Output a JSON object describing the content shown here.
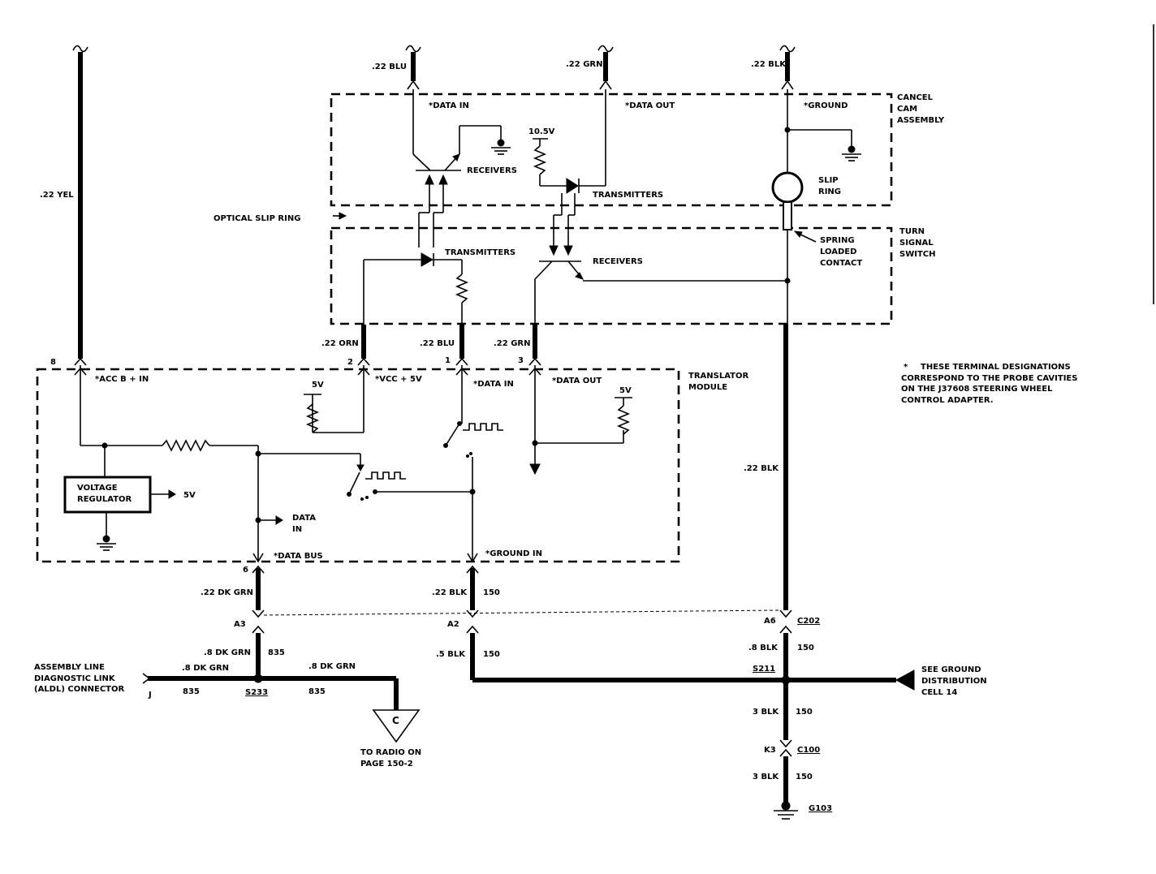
{
  "wires_top": {
    "yel": ".22 YEL",
    "blu": ".22 BLU",
    "grn": ".22 GRN",
    "blk": ".22 BLK"
  },
  "cancel_cam": {
    "title_lines": [
      "CANCEL",
      "CAM",
      "ASSEMBLY"
    ],
    "data_in": "*DATA IN",
    "data_out": "*DATA OUT",
    "ground": "*GROUND",
    "receivers": "RECEIVERS",
    "transmitters": "TRANSMITTERS",
    "voltage": "10.5V",
    "slip_ring": [
      "SLIP",
      "RING"
    ]
  },
  "optical_slip_ring": "OPTICAL SLIP RING",
  "turn_signal": {
    "title_lines": [
      "TURN",
      "SIGNAL",
      "SWITCH"
    ],
    "transmitters": "TRANSMITTERS",
    "receivers": "RECEIVERS",
    "contact": [
      "SPRING",
      "LOADED",
      "CONTACT"
    ]
  },
  "mid_wires": {
    "orn": ".22 ORN",
    "blu": ".22 BLU",
    "grn": ".22 GRN",
    "pin8": "8",
    "pin2": "2",
    "pin1": "1",
    "pin3": "3"
  },
  "note": {
    "star": "*",
    "lines": [
      "THESE TERMINAL DESIGNATIONS",
      "CORRESPOND TO THE PROBE CAVITIES",
      "ON THE J37608 STEERING WHEEL",
      "CONTROL ADAPTER."
    ]
  },
  "translator": {
    "title_lines": [
      "TRANSLATOR",
      "MODULE"
    ],
    "acc": "*ACC B + IN",
    "vcc": "*VCC + 5V",
    "data_in": "*DATA IN",
    "data_out": "*DATA OUT",
    "v5_a": "5V",
    "v5_b": "5V",
    "v5_c": "5V",
    "regulator": [
      "VOLTAGE",
      "REGULATOR"
    ],
    "data_in_lines": [
      "DATA",
      "IN"
    ],
    "data_bus": "*DATA BUS",
    "ground_in": "*GROUND IN",
    "pin6": "6"
  },
  "right_wire": ".22 BLK",
  "bottom": {
    "dk_grn_22": ".22 DK GRN",
    "blk_22": ".22 BLK",
    "c150_a": "150",
    "a3": "A3",
    "a2": "A2",
    "a6": "A6",
    "c202": "C202",
    "dk_grn_8_a": ".8 DK GRN",
    "c835_a": "835",
    "blk_5": ".5 BLK",
    "c150_b": "150",
    "blk_8": ".8 BLK",
    "c150_c": "150",
    "aldl_lines": [
      "ASSEMBLY LINE",
      "DIAGNOSTIC LINK",
      "(ALDL) CONNECTOR"
    ],
    "dk_grn_8_b": ".8 DK GRN",
    "dk_grn_8_c": ".8 DK GRN",
    "j": "J",
    "c835_b": "835",
    "s233": "S233",
    "c835_c": "835",
    "s211": "S211",
    "see_ground": [
      "SEE GROUND",
      "DISTRIBUTION",
      "CELL 14"
    ],
    "c_letter": "C",
    "radio": [
      "TO RADIO ON",
      "PAGE 150-2"
    ],
    "blk_3_a": "3 BLK",
    "c150_d": "150",
    "k3": "K3",
    "c100": "C100",
    "blk_3_b": "3 BLK",
    "c150_e": "150",
    "g103": "G103"
  }
}
